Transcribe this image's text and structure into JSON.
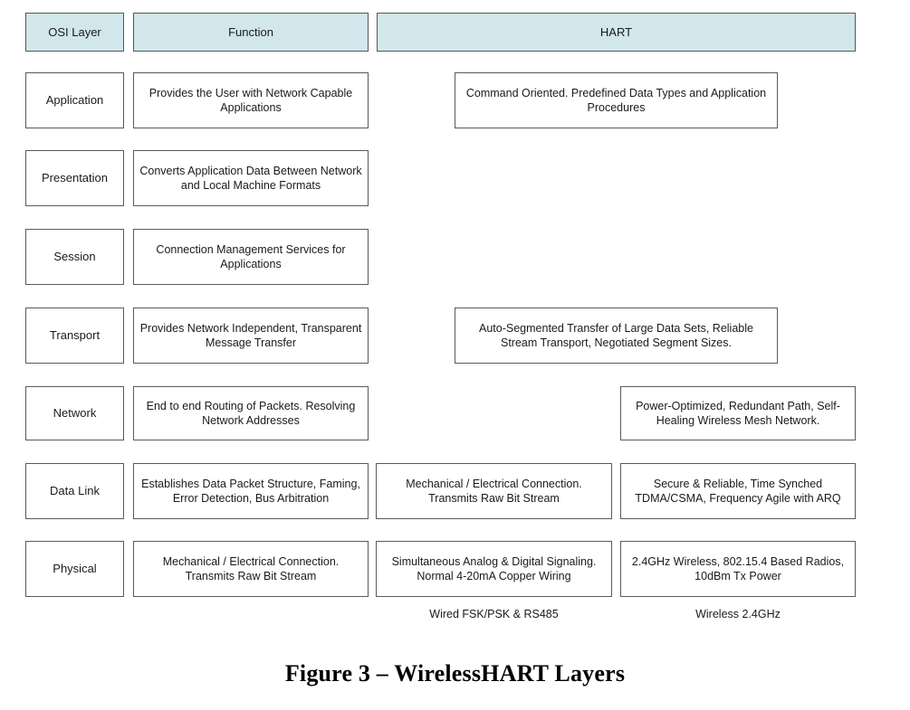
{
  "figure": {
    "caption": "Figure 3 – WirelessHART Layers",
    "header_fill_color": "#d1e7ec",
    "border_color": "#5a5a5a",
    "text_color": "#1a1a1a"
  },
  "headers": {
    "osi": "OSI Layer",
    "function": "Function",
    "hart": "HART"
  },
  "rows": [
    {
      "layer": "Application",
      "function": "Provides the User with Network Capable Applications",
      "hart_wide": "Command Oriented. Predefined Data Types and Application Procedures",
      "hart_mid": "",
      "hart_right": ""
    },
    {
      "layer": "Presentation",
      "function": "Converts Application Data Between Network and Local Machine Formats",
      "hart_wide": "",
      "hart_mid": "",
      "hart_right": ""
    },
    {
      "layer": "Session",
      "function": "Connection Management Services for Applications",
      "hart_wide": "",
      "hart_mid": "",
      "hart_right": ""
    },
    {
      "layer": "Transport",
      "function": "Provides Network Independent, Transparent Message Transfer",
      "hart_wide": "Auto-Segmented Transfer of Large Data Sets, Reliable Stream Transport, Negotiated Segment Sizes.",
      "hart_mid": "",
      "hart_right": ""
    },
    {
      "layer": "Network",
      "function": "End to end Routing of Packets. Resolving Network Addresses",
      "hart_wide": "",
      "hart_mid": "",
      "hart_right": "Power-Optimized, Redundant Path, Self-Healing Wireless Mesh Network."
    },
    {
      "layer": "Data Link",
      "function": "Establishes Data Packet Structure, Faming, Error Detection, Bus Arbitration",
      "hart_wide": "",
      "hart_mid": "Mechanical / Electrical Connection. Transmits Raw Bit Stream",
      "hart_right": "Secure & Reliable, Time Synched TDMA/CSMA, Frequency Agile with ARQ"
    },
    {
      "layer": "Physical",
      "function": "Mechanical / Electrical Connection. Transmits Raw Bit Stream",
      "hart_wide": "",
      "hart_mid": "Simultaneous Analog & Digital Signaling. Normal 4-20mA Copper Wiring",
      "hart_right": "2.4GHz Wireless, 802.15.4 Based Radios, 10dBm Tx Power"
    }
  ],
  "footnotes": {
    "wired": "Wired FSK/PSK & RS485",
    "wireless": "Wireless 2.4GHz"
  }
}
